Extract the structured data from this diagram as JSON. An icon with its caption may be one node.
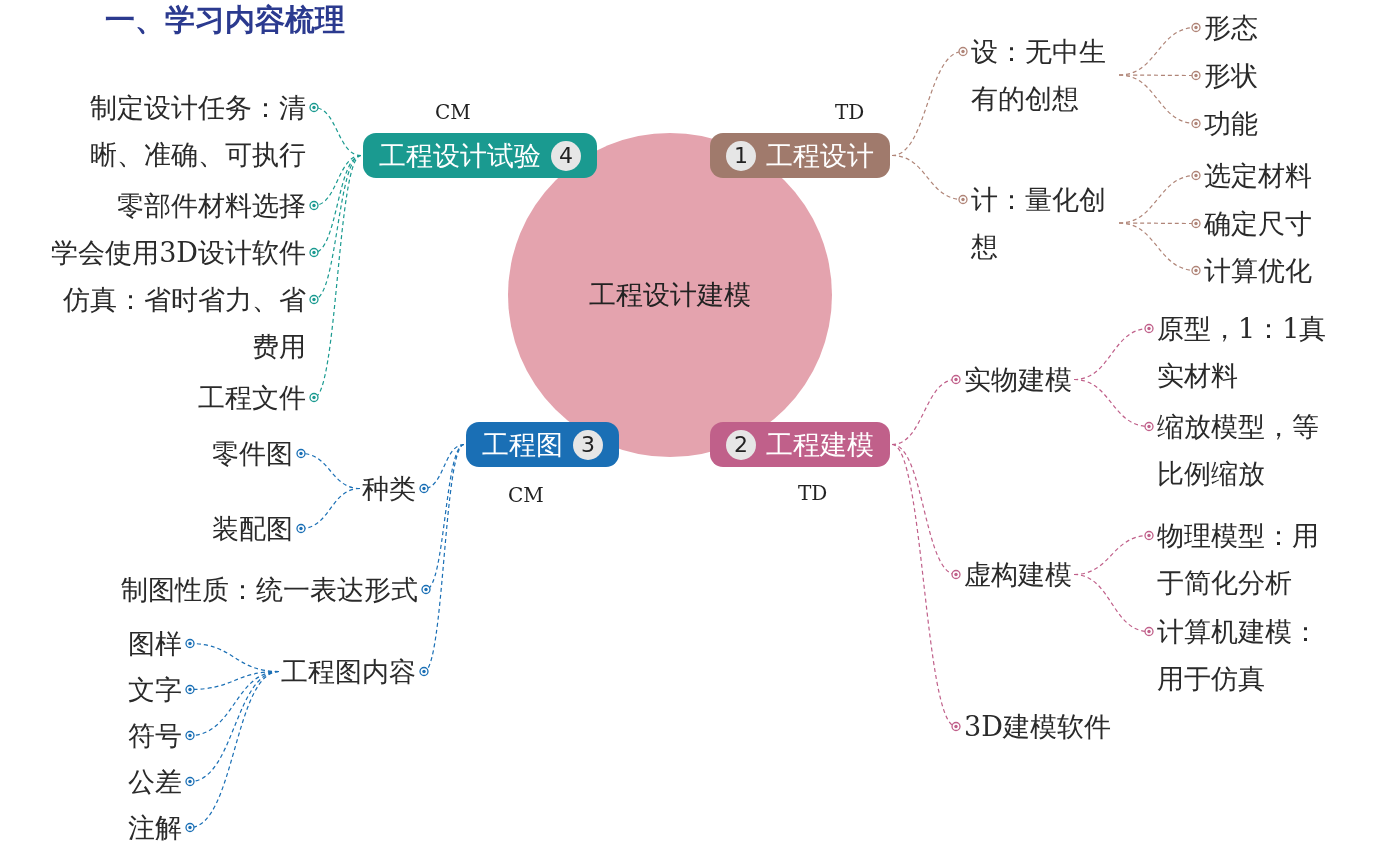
{
  "diagram": {
    "title": "一、学习内容梳理",
    "nodes": [
      {
        "text": [
          "工程设计建模"
        ]
      },
      {
        "text": [
          "1",
          "工程设计"
        ],
        "beside": [
          "TD"
        ]
      },
      {
        "text": [
          "2",
          "工程建模"
        ],
        "beside": [
          "TD"
        ]
      },
      {
        "text": [
          "工程图",
          "3"
        ],
        "beside": [
          "CM"
        ]
      },
      {
        "text": [
          "工程设计试验",
          "4"
        ],
        "beside": [
          "CM"
        ]
      },
      {
        "text": [
          "设：无中生有的创想"
        ]
      },
      {
        "text": [
          "形态"
        ]
      },
      {
        "text": [
          "形状"
        ]
      },
      {
        "text": [
          "功能"
        ]
      },
      {
        "text": [
          "计：量化创想"
        ]
      },
      {
        "text": [
          "选定材料"
        ]
      },
      {
        "text": [
          "确定尺寸"
        ]
      },
      {
        "text": [
          "计算优化"
        ]
      },
      {
        "text": [
          "实物建模"
        ]
      },
      {
        "text": [
          "原型，1：1真实材料"
        ]
      },
      {
        "text": [
          "缩放模型，等比例缩放"
        ]
      },
      {
        "text": [
          "虚构建模"
        ]
      },
      {
        "text": [
          "物理模型：用于简化分析"
        ]
      },
      {
        "text": [
          "计算机建模：用于仿真"
        ]
      },
      {
        "text": [
          "3D建模软件"
        ]
      },
      {
        "text": [
          "种类"
        ]
      },
      {
        "text": [
          "零件图"
        ]
      },
      {
        "text": [
          "装配图"
        ]
      },
      {
        "text": [
          "制图性质：统一表达形式"
        ]
      },
      {
        "text": [
          "工程图内容"
        ]
      },
      {
        "text": [
          "图样"
        ]
      },
      {
        "text": [
          "文字"
        ]
      },
      {
        "text": [
          "符号"
        ]
      },
      {
        "text": [
          "公差"
        ]
      },
      {
        "text": [
          "注解"
        ]
      },
      {
        "text": [
          "制定设计任务：清晰、准确、可执行"
        ]
      },
      {
        "text": [
          "零部件材料选择"
        ]
      },
      {
        "text": [
          "学会使用3D设计软件"
        ]
      },
      {
        "text": [
          "仿真：省时省力、省费用"
        ]
      },
      {
        "text": [
          "工程文件"
        ]
      }
    ],
    "edges": [
      {
        "from": 1,
        "to": 5,
        "arrow": "other",
        "style": "dashed",
        "color": "#b08578"
      },
      {
        "from": 1,
        "to": 9,
        "arrow": "other",
        "style": "dashed",
        "color": "#b08578"
      },
      {
        "from": 5,
        "to": 6,
        "arrow": "other",
        "style": "dashed",
        "color": "#b08578"
      },
      {
        "from": 5,
        "to": 7,
        "arrow": "other",
        "style": "dashed",
        "color": "#b08578"
      },
      {
        "from": 5,
        "to": 8,
        "arrow": "other",
        "style": "dashed",
        "color": "#b08578"
      },
      {
        "from": 9,
        "to": 10,
        "arrow": "other",
        "style": "dashed",
        "color": "#b08578"
      },
      {
        "from": 9,
        "to": 11,
        "arrow": "other",
        "style": "dashed",
        "color": "#b08578"
      },
      {
        "from": 9,
        "to": 12,
        "arrow": "other",
        "style": "dashed",
        "color": "#b08578"
      },
      {
        "from": 2,
        "to": 13,
        "arrow": "other",
        "style": "dashed",
        "color": "#c0608a"
      },
      {
        "from": 2,
        "to": 16,
        "arrow": "other",
        "style": "dashed",
        "color": "#c0608a"
      },
      {
        "from": 2,
        "to": 19,
        "arrow": "other",
        "style": "dashed",
        "color": "#c0608a"
      },
      {
        "from": 13,
        "to": 14,
        "arrow": "other",
        "style": "dashed",
        "color": "#c0608a"
      },
      {
        "from": 13,
        "to": 15,
        "arrow": "other",
        "style": "dashed",
        "color": "#c0608a"
      },
      {
        "from": 16,
        "to": 17,
        "arrow": "other",
        "style": "dashed",
        "color": "#c0608a"
      },
      {
        "from": 16,
        "to": 18,
        "arrow": "other",
        "style": "dashed",
        "color": "#c0608a"
      },
      {
        "from": 3,
        "to": 20,
        "arrow": "other",
        "style": "dashed",
        "color": "#1a6fb5"
      },
      {
        "from": 3,
        "to": 23,
        "arrow": "other",
        "style": "dashed",
        "color": "#1a6fb5"
      },
      {
        "from": 3,
        "to": 24,
        "arrow": "other",
        "style": "dashed",
        "color": "#1a6fb5"
      },
      {
        "from": 20,
        "to": 21,
        "arrow": "other",
        "style": "dashed",
        "color": "#1a6fb5"
      },
      {
        "from": 20,
        "to": 22,
        "arrow": "other",
        "style": "dashed",
        "color": "#1a6fb5"
      },
      {
        "from": 24,
        "to": 25,
        "arrow": "other",
        "style": "dashed",
        "color": "#1a6fb5"
      },
      {
        "from": 24,
        "to": 26,
        "arrow": "other",
        "style": "dashed",
        "color": "#1a6fb5"
      },
      {
        "from": 24,
        "to": 27,
        "arrow": "other",
        "style": "dashed",
        "color": "#1a6fb5"
      },
      {
        "from": 24,
        "to": 28,
        "arrow": "other",
        "style": "dashed",
        "color": "#1a6fb5"
      },
      {
        "from": 24,
        "to": 29,
        "arrow": "other",
        "style": "dashed",
        "color": "#1a6fb5"
      },
      {
        "from": 4,
        "to": 30,
        "arrow": "other",
        "style": "dashed",
        "color": "#1a9a90"
      },
      {
        "from": 4,
        "to": 31,
        "arrow": "other",
        "style": "dashed",
        "color": "#1a9a90"
      },
      {
        "from": 4,
        "to": 32,
        "arrow": "other",
        "style": "dashed",
        "color": "#1a9a90"
      },
      {
        "from": 4,
        "to": 33,
        "arrow": "other",
        "style": "dashed",
        "color": "#1a9a90"
      },
      {
        "from": 4,
        "to": 34,
        "arrow": "other",
        "style": "dashed",
        "color": "#1a9a90"
      }
    ]
  }
}
